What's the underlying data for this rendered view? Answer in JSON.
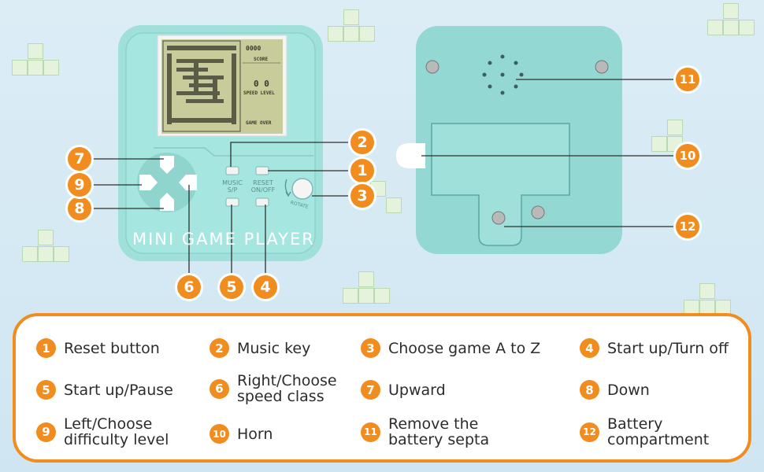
{
  "device": {
    "brand": "MINI GAME PLAYER",
    "music_key_label": "MUSIC\nS/P",
    "reset_key_label": "RESET\nON/OFF",
    "rotate_label": "ROTATE",
    "screen": {
      "score_digits": "0000",
      "score_label": "SCORE",
      "level_digits": "0 0",
      "speed_level_label": "SPEED LEVEL",
      "game_over_label": "GAME OVER"
    }
  },
  "callouts": [
    "1",
    "2",
    "3",
    "4",
    "5",
    "6",
    "7",
    "8",
    "9",
    "10",
    "11",
    "12"
  ],
  "legend": [
    {
      "num": "1",
      "text": "Reset button"
    },
    {
      "num": "2",
      "text": "Music key"
    },
    {
      "num": "3",
      "text": "Choose game A to Z"
    },
    {
      "num": "4",
      "text": "Start up/Turn off"
    },
    {
      "num": "5",
      "text": "Start up/Pause"
    },
    {
      "num": "6",
      "text": "Right/Choose\nspeed class"
    },
    {
      "num": "7",
      "text": "Upward"
    },
    {
      "num": "8",
      "text": "Down"
    },
    {
      "num": "9",
      "text": "Left/Choose\ndifficulty level"
    },
    {
      "num": "10",
      "text": "Horn"
    },
    {
      "num": "11",
      "text": "Remove the\nbattery septa"
    },
    {
      "num": "12",
      "text": "Battery\ncompartment"
    }
  ],
  "colors": {
    "accent": "#f18c1f",
    "device_body": "#9fe0da",
    "background": "#d8ecf5"
  }
}
